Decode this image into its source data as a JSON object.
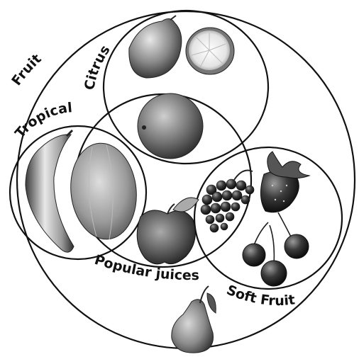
{
  "diagram": {
    "sets": [
      {
        "id": "fruit",
        "label": "Fruit"
      },
      {
        "id": "citrus",
        "label": "Citrus"
      },
      {
        "id": "tropical",
        "label": "Tropical"
      },
      {
        "id": "popular-juices",
        "label": "Popular juices"
      },
      {
        "id": "soft-fruit",
        "label": "Soft Fruit"
      }
    ],
    "items": [
      {
        "name": "lemon",
        "icon": "lemon-icon",
        "sets": [
          "fruit",
          "citrus"
        ]
      },
      {
        "name": "orange half",
        "icon": "orange-half-icon",
        "sets": [
          "fruit",
          "citrus"
        ]
      },
      {
        "name": "orange",
        "icon": "orange-icon",
        "sets": [
          "fruit",
          "citrus",
          "popular-juices"
        ]
      },
      {
        "name": "banana",
        "icon": "banana-icon",
        "sets": [
          "fruit",
          "tropical"
        ]
      },
      {
        "name": "melon",
        "icon": "melon-icon",
        "sets": [
          "fruit",
          "tropical",
          "popular-juices"
        ]
      },
      {
        "name": "apple",
        "icon": "apple-icon",
        "sets": [
          "fruit",
          "popular-juices"
        ]
      },
      {
        "name": "grapes",
        "icon": "grapes-icon",
        "sets": [
          "fruit",
          "popular-juices",
          "soft-fruit"
        ]
      },
      {
        "name": "strawberry",
        "icon": "strawberry-icon",
        "sets": [
          "fruit",
          "soft-fruit"
        ]
      },
      {
        "name": "cherries",
        "icon": "cherries-icon",
        "sets": [
          "fruit",
          "soft-fruit"
        ]
      },
      {
        "name": "pear",
        "icon": "pear-icon",
        "sets": [
          "fruit"
        ]
      }
    ],
    "colors": {
      "line": "#111111",
      "background": "#ffffff"
    }
  }
}
